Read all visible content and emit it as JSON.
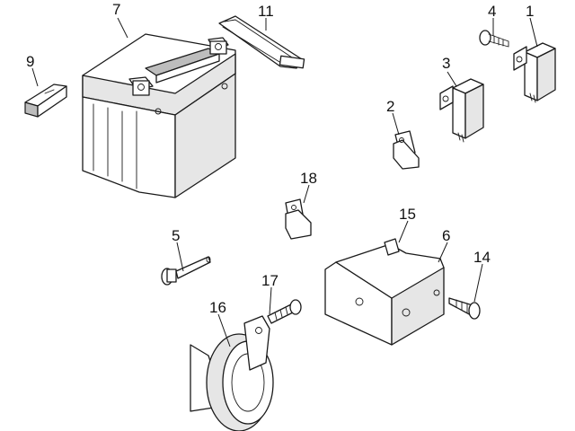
{
  "callouts": {
    "c1": "1",
    "c2": "2",
    "c3": "3",
    "c4": "4",
    "c5": "5",
    "c6": "6",
    "c7": "7",
    "c9": "9",
    "c11": "11",
    "c14": "14",
    "c15": "15",
    "c16": "16",
    "c17": "17",
    "c18": "18"
  }
}
